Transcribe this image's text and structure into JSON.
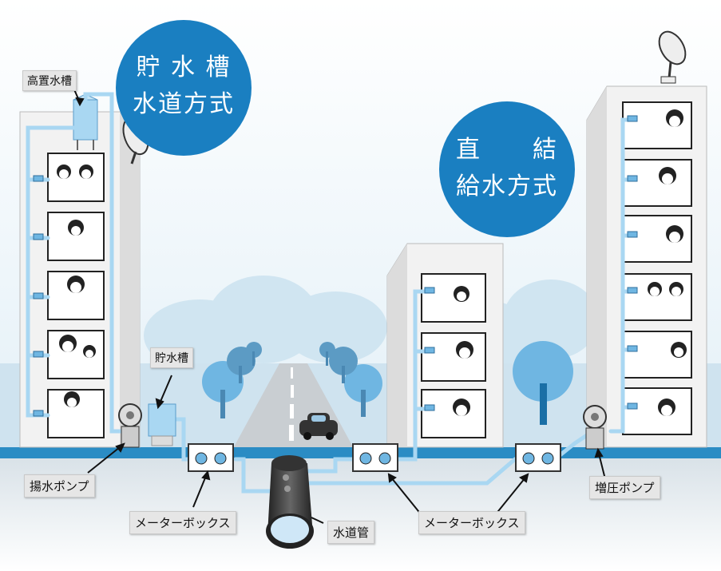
{
  "system_left": {
    "line1": "貯 水 槽",
    "line2": "水道方式"
  },
  "system_right": {
    "line1": "直　　結",
    "line2": "給水方式"
  },
  "labels": {
    "elevated_tank": "高置水槽",
    "storage_tank": "貯水槽",
    "lift_pump": "揚水ポンプ",
    "meter_box_left": "メーターボックス",
    "meter_box_right": "メーターボックス",
    "water_main": "水道管",
    "booster_pump": "増圧ポンプ"
  },
  "colors": {
    "accent_blue": "#1a7fc1",
    "pipe_blue": "#a9d7f2",
    "sky": "#e7f2f8",
    "building": "#eeeeee",
    "tree": "#6fb6e2"
  }
}
